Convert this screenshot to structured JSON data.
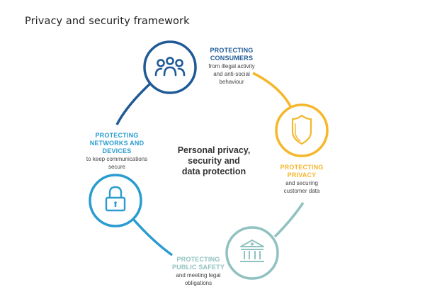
{
  "title": "Privacy and security framework",
  "center": {
    "line1": "Personal privacy,",
    "line2": "security and",
    "line3": "data protection"
  },
  "colors": {
    "consumers": "#1f5a96",
    "privacy": "#f5b72b",
    "public_safety": "#8fc2c0",
    "networks": "#2a9ccf"
  },
  "nodes": [
    {
      "id": "consumers",
      "icon": "people-group-icon",
      "heading_line1": "PROTECTING",
      "heading_line2": "CONSUMERS",
      "sub_line1": "from illegal activity",
      "sub_line2": "and anti-social",
      "sub_line3": "behaviour"
    },
    {
      "id": "privacy",
      "icon": "shield-icon",
      "heading_line1": "PROTECTING",
      "heading_line2": "PRIVACY",
      "sub_line1": "and securing",
      "sub_line2": "customer data"
    },
    {
      "id": "public_safety",
      "icon": "government-building-icon",
      "heading_line1": "PROTECTING",
      "heading_line2": "PUBLIC SAFETY",
      "sub_line1": "and meeting legal",
      "sub_line2": "obligations"
    },
    {
      "id": "networks",
      "icon": "padlock-icon",
      "heading_line1": "PROTECTING",
      "heading_line2": "NETWORKS AND",
      "heading_line3": "DEVICES",
      "sub_line1": "to keep communications",
      "sub_line2": "secure"
    }
  ]
}
